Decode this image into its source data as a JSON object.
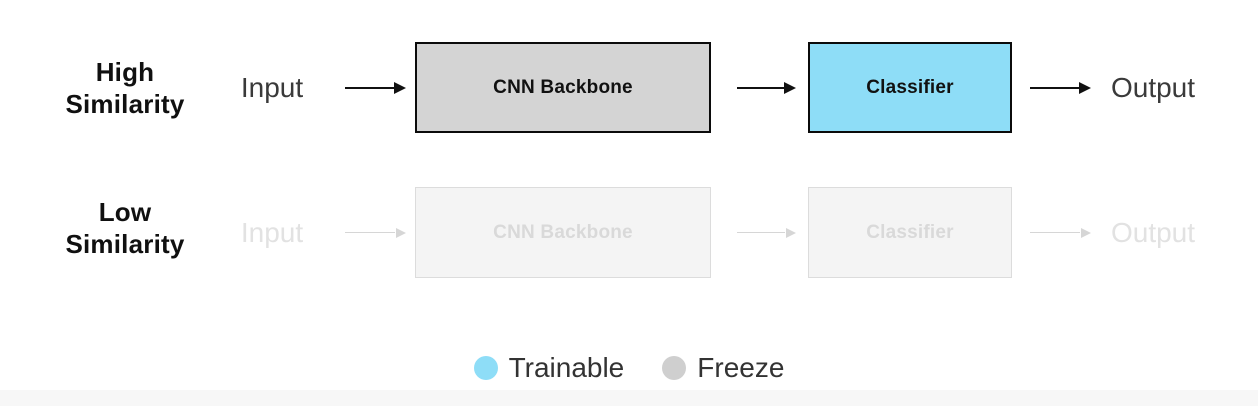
{
  "rows": [
    {
      "label_line1": "High",
      "label_line2": "Similarity",
      "input_label": "Input",
      "backbone_label": "CNN Backbone",
      "classifier_label": "Classifier",
      "output_label": "Output"
    },
    {
      "label_line1": "Low",
      "label_line2": "Similarity",
      "input_label": "Input",
      "backbone_label": "CNN Backbone",
      "classifier_label": "Classifier",
      "output_label": "Output"
    }
  ],
  "legend": {
    "items": [
      {
        "label": "Trainable",
        "color": "#8eddf7"
      },
      {
        "label": "Freeze",
        "color": "#cfcfcf"
      }
    ]
  },
  "colors": {
    "backbone_fill": "#d4d4d4",
    "classifier_fill": "#8eddf7",
    "box_border_active": "#0b0b0b",
    "faded_box_fill": "#f4f4f4",
    "faded_box_border": "#dcdcdc",
    "faded_text": "#d9d9d9",
    "arrow_active": "#111111",
    "arrow_faded": "#d6d6d6",
    "footer_strip": "#f7f7f7"
  }
}
